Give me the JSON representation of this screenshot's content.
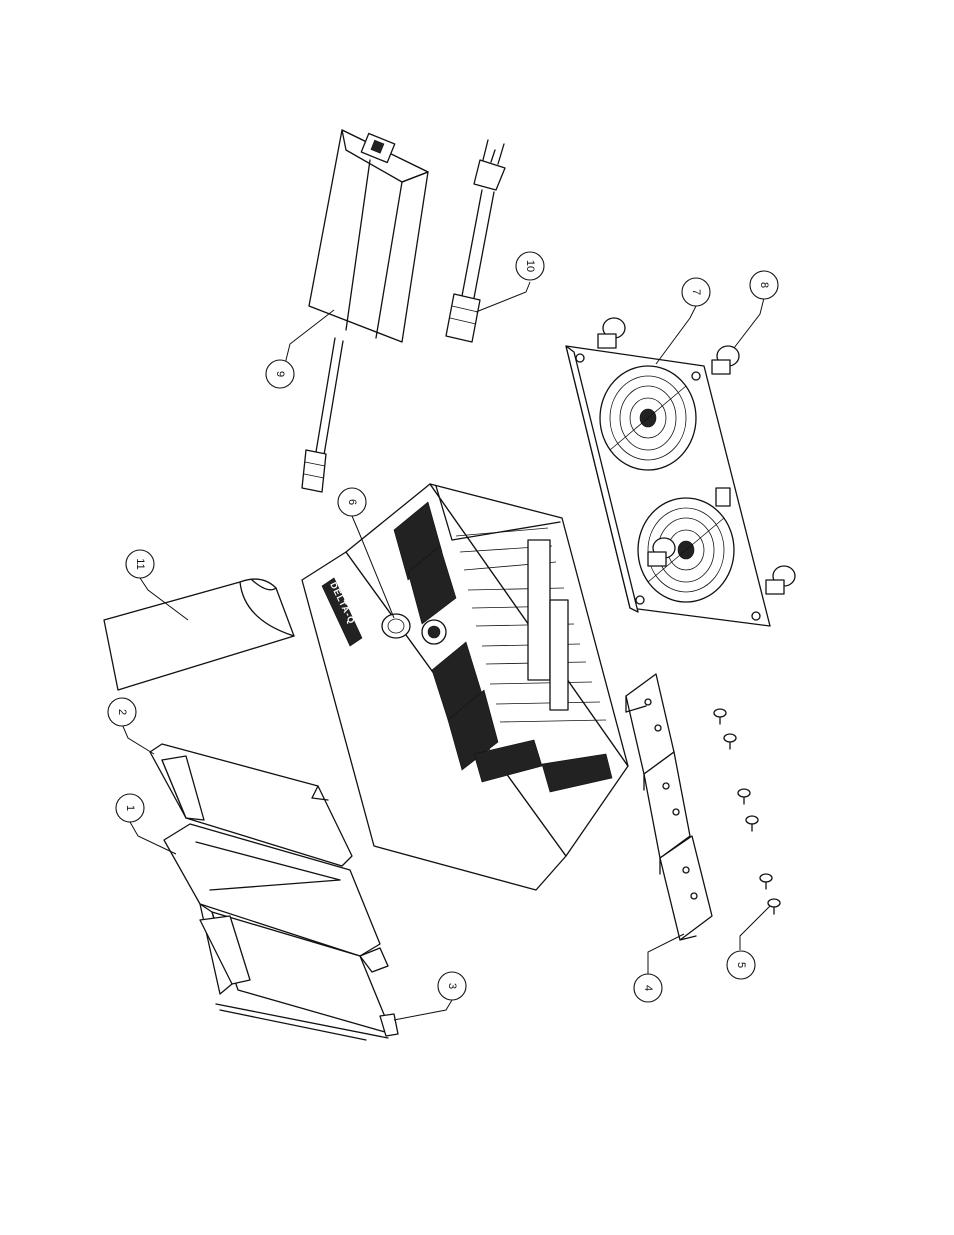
{
  "callouts": [
    {
      "id": "c1",
      "label": "1"
    },
    {
      "id": "c2",
      "label": "2"
    },
    {
      "id": "c3",
      "label": "3"
    },
    {
      "id": "c4",
      "label": "4"
    },
    {
      "id": "c5",
      "label": "5"
    },
    {
      "id": "c6",
      "label": "6"
    },
    {
      "id": "c7",
      "label": "7"
    },
    {
      "id": "c8",
      "label": "8"
    },
    {
      "id": "c9",
      "label": "9"
    },
    {
      "id": "c10",
      "label": "10"
    },
    {
      "id": "c11",
      "label": "11"
    }
  ],
  "nameplate": "DELTA-Q"
}
